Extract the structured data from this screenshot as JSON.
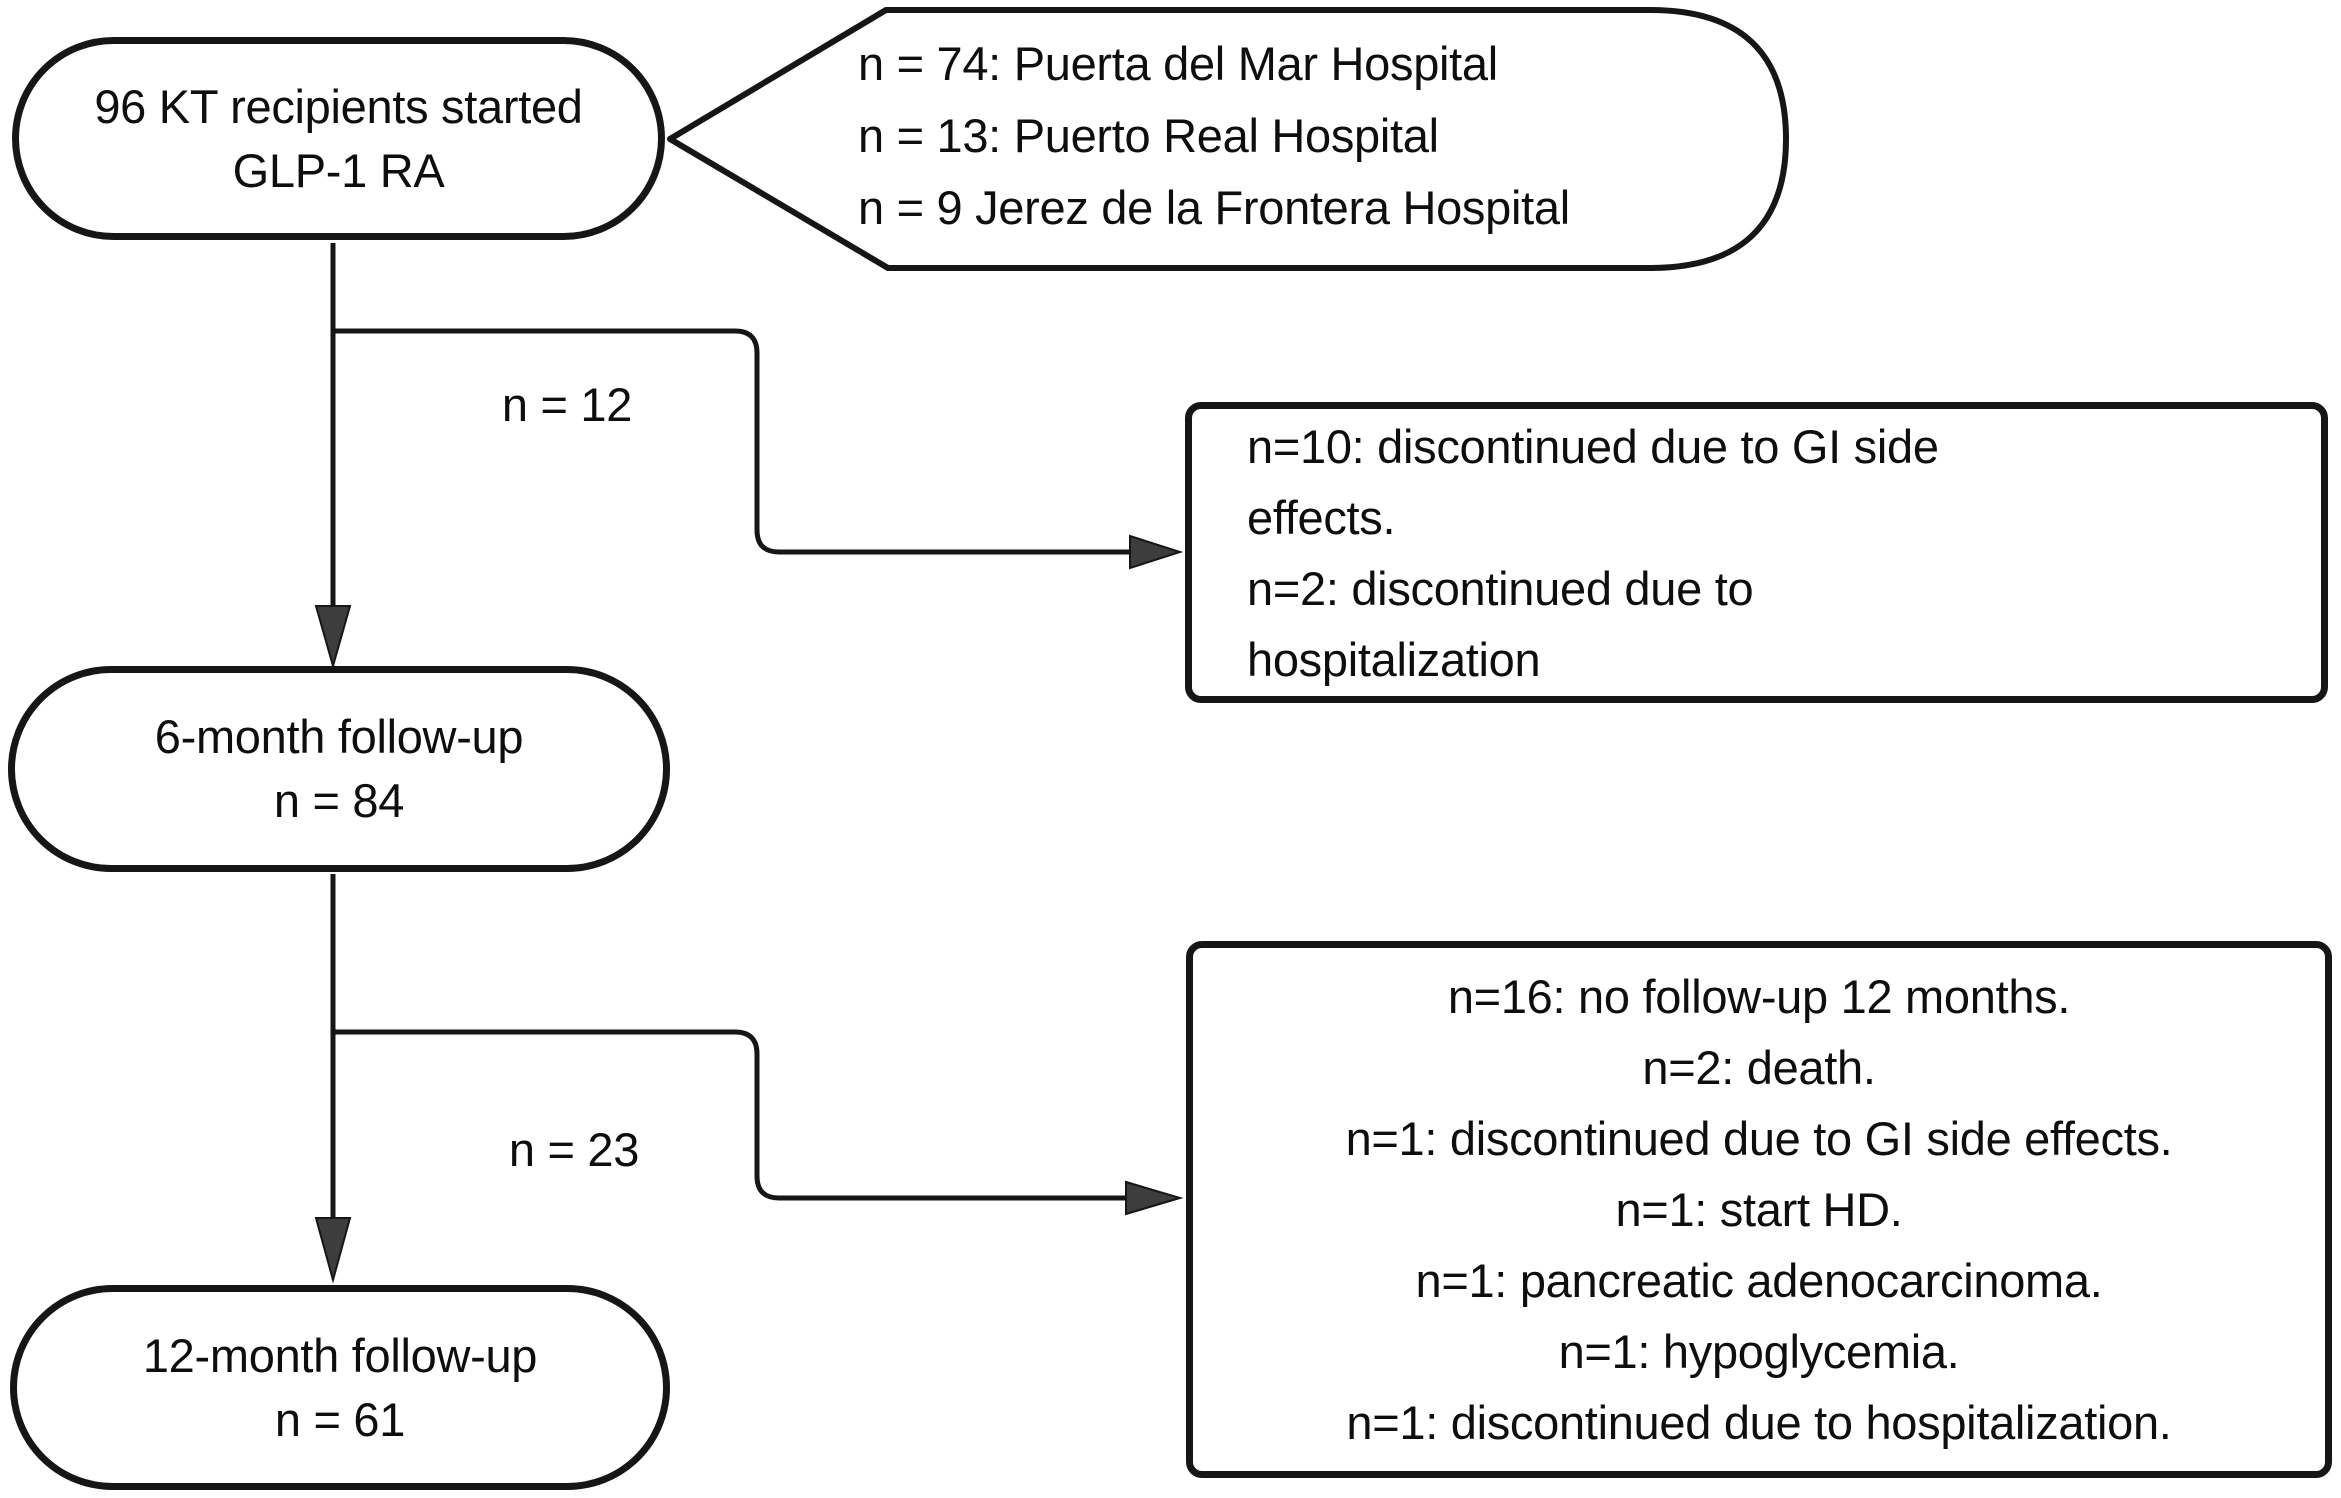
{
  "diagram": {
    "background": "#ffffff",
    "stroke_color": "#161616",
    "arrowhead_color": "#3d3d3d",
    "nodes": {
      "start": {
        "shape": "stadium",
        "lines": [
          "96 KT recipients started",
          "GLP-1 RA"
        ]
      },
      "sources_callout": {
        "shape": "pointed-callout",
        "lines": [
          "n = 74: Puerta del Mar Hospital",
          "n = 13: Puerto Real Hospital",
          "n = 9 Jerez de la Frontera Hospital"
        ]
      },
      "month6": {
        "shape": "stadium",
        "lines": [
          "6-month follow-up",
          "n = 84"
        ]
      },
      "dropout6m": {
        "shape": "rect",
        "lines": [
          "n=10: discontinued due to GI side",
          "effects.",
          "n=2: discontinued due to",
          "hospitalization"
        ]
      },
      "month12": {
        "shape": "stadium",
        "lines": [
          "12-month follow-up",
          "n = 61"
        ]
      },
      "dropout12m": {
        "shape": "rect",
        "lines": [
          "n=16: no follow-up 12 months.",
          "n=2: death.",
          "n=1: discontinued due to GI side effects.",
          "n=1: start HD.",
          "n=1: pancreatic adenocarcinoma.",
          "n=1: hypoglycemia.",
          "n=1: discontinued due to hospitalization."
        ]
      }
    },
    "edge_labels": {
      "to_dropout6m": "n = 12",
      "to_dropout12m": "n = 23"
    }
  }
}
